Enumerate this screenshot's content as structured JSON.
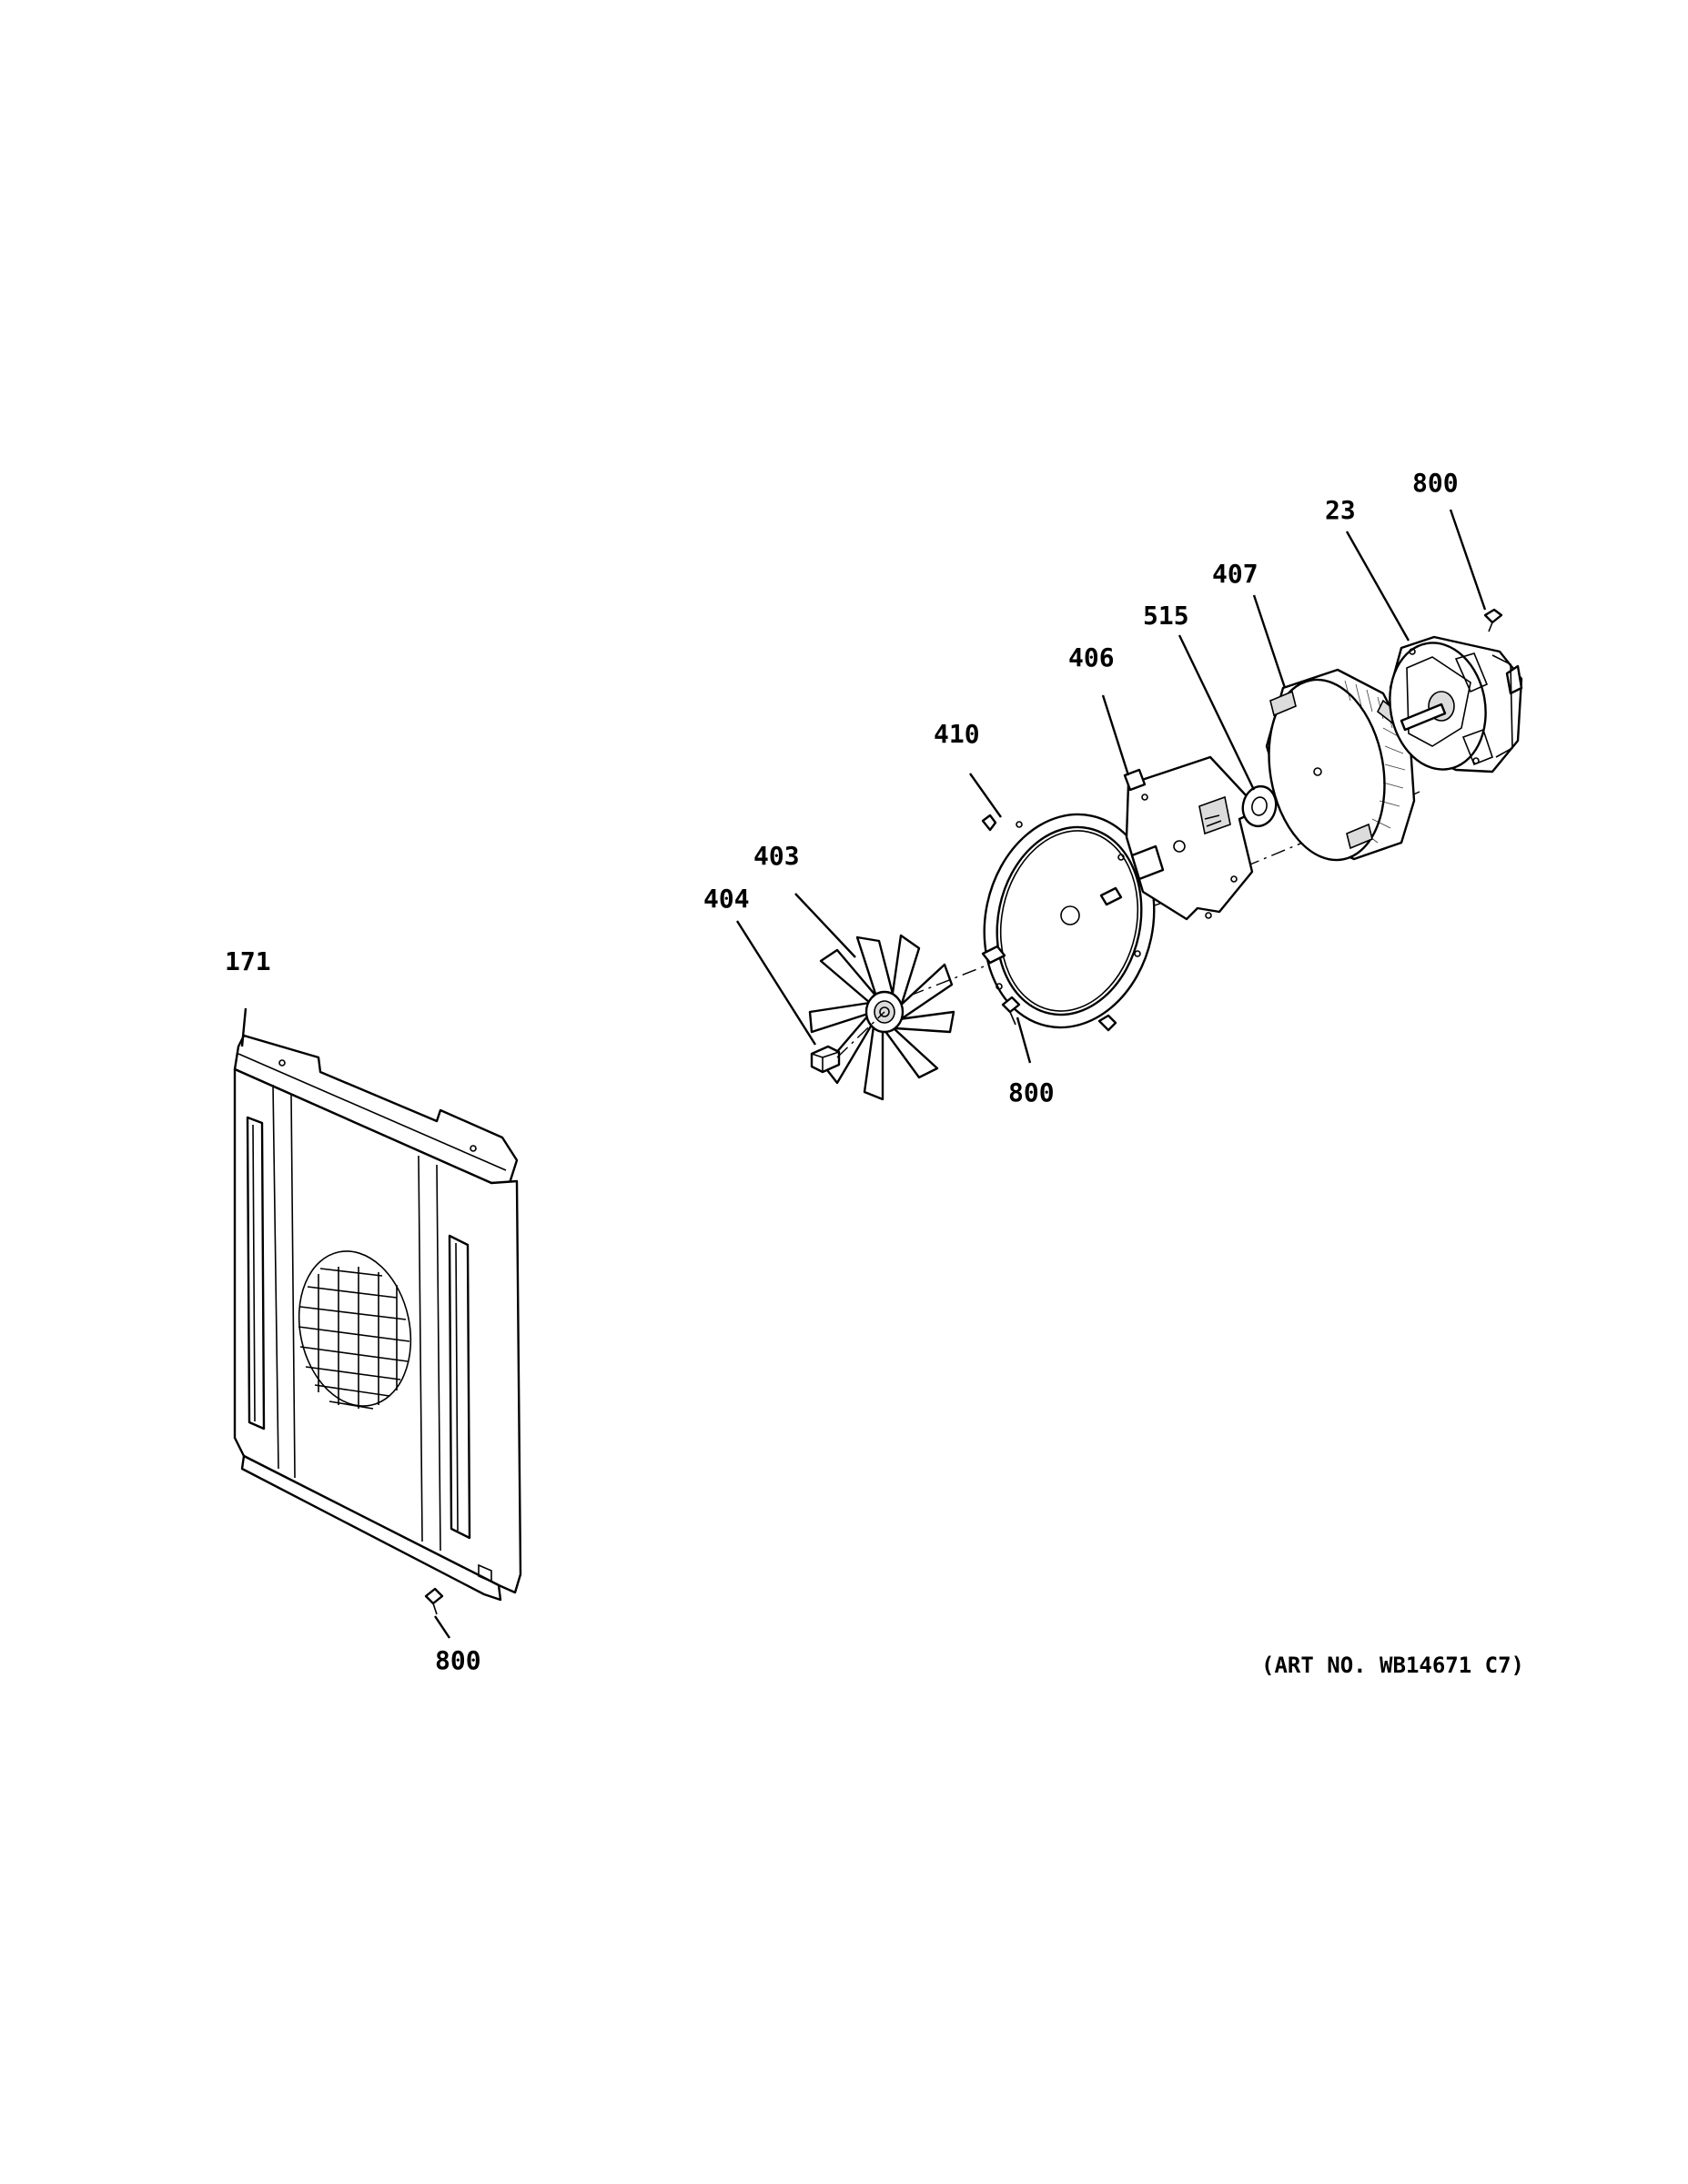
{
  "diagram": {
    "callouts": [
      {
        "id": "171",
        "text": "171"
      },
      {
        "id": "403",
        "text": "403"
      },
      {
        "id": "404",
        "text": "404"
      },
      {
        "id": "410",
        "text": "410"
      },
      {
        "id": "406",
        "text": "406"
      },
      {
        "id": "515",
        "text": "515"
      },
      {
        "id": "407",
        "text": "407"
      },
      {
        "id": "23",
        "text": "23"
      },
      {
        "id": "800-top",
        "text": "800"
      },
      {
        "id": "800-mid",
        "text": "800"
      },
      {
        "id": "800-bottom",
        "text": "800"
      }
    ],
    "art_number": "(ART NO. WB14671 C7)"
  }
}
